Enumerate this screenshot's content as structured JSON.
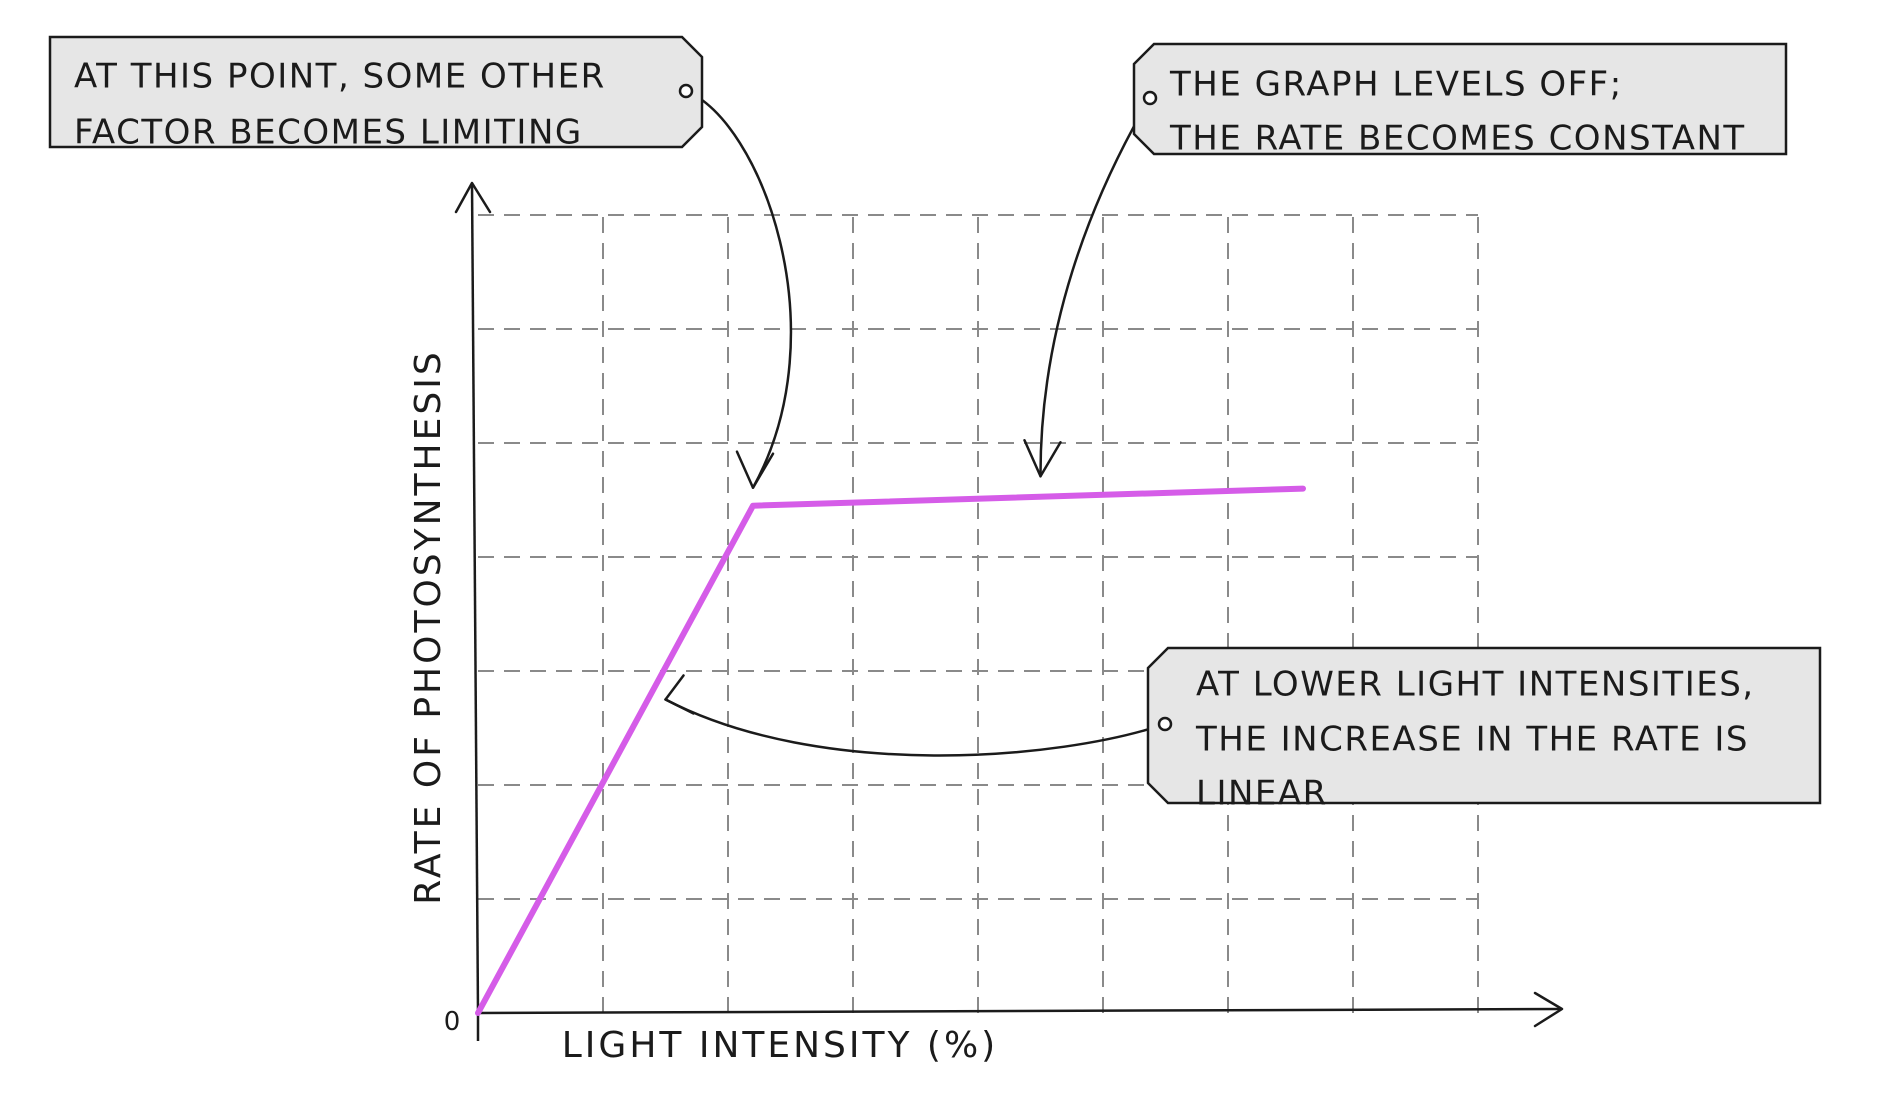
{
  "chart_data": {
    "type": "line",
    "title": "",
    "xlabel": "LIGHT INTENSITY (%)",
    "ylabel": "RATE OF PHOTOSYNTHESIS",
    "origin_label": "0",
    "xlim": [
      0,
      8
    ],
    "ylim": [
      0,
      7
    ],
    "grid": true,
    "series": [
      {
        "color": "#d55ce8",
        "points": [
          {
            "x": 0,
            "y": 0
          },
          {
            "x": 2.2,
            "y": 4.45
          },
          {
            "x": 6.6,
            "y": 4.6
          }
        ]
      }
    ],
    "annotations": [
      {
        "id": "limiting",
        "lines": [
          "AT THIS POINT, SOME OTHER",
          "FACTOR BECOMES LIMITING"
        ],
        "points_to": {
          "x": 2.2,
          "y": 4.45
        }
      },
      {
        "id": "levels-off",
        "lines": [
          "THE GRAPH LEVELS OFF;",
          "THE RATE BECOMES CONSTANT"
        ],
        "points_to": {
          "x": 4.5,
          "y": 4.55
        }
      },
      {
        "id": "linear",
        "lines": [
          "AT LOWER LIGHT INTENSITIES,",
          "THE INCREASE IN THE RATE IS",
          "LINEAR"
        ],
        "points_to": {
          "x": 1.5,
          "y": 2.75
        }
      }
    ]
  },
  "colors": {
    "line": "#d55ce8",
    "axis": "#1b1b1b",
    "grid": "#8a8a8a",
    "callout_fill": "#e6e6e6",
    "callout_stroke": "#1b1b1b"
  }
}
